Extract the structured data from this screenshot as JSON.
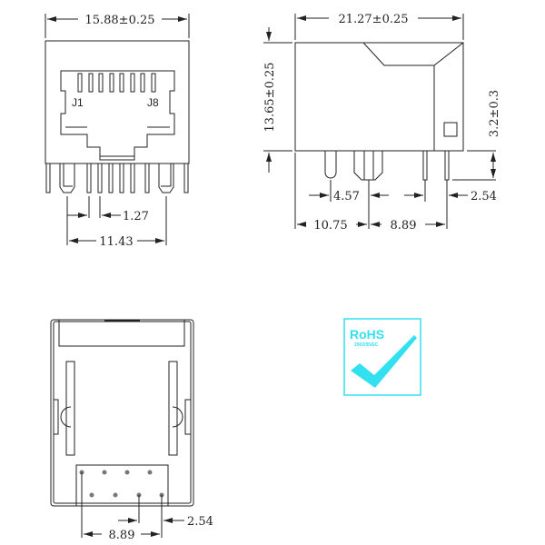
{
  "front_view": {
    "width_dim": "15.88±0.25",
    "pitch_dim": "1.27",
    "span_dim": "11.43",
    "pin_label_first": "J1",
    "pin_label_last": "J8"
  },
  "side_view": {
    "length_dim": "21.27±0.25",
    "height_dim": "13.65±0.25",
    "pin_length_dim": "3.2±0.3",
    "dim_a": "4.57",
    "dim_b": "2.54",
    "dim_c": "10.75",
    "dim_d": "8.89"
  },
  "bottom_view": {
    "dim_pitch": "2.54",
    "dim_span": "8.89"
  },
  "rohs_badge": {
    "title": "RoHS",
    "directive": "2002/95/EC",
    "color": "#33e0f0"
  }
}
